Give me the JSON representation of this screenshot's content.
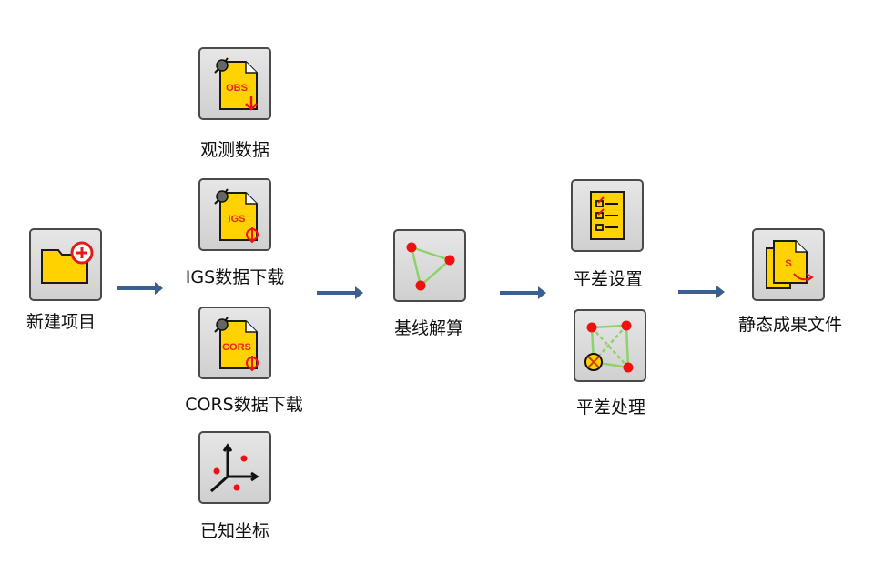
{
  "nodes": {
    "new_project": {
      "label": "新建项目",
      "icon": "new-folder-icon"
    },
    "obs_data": {
      "label": "观测数据",
      "icon": "obs-file-icon",
      "badge": "OBS"
    },
    "igs_download": {
      "label": "IGS数据下载",
      "icon": "igs-file-icon",
      "badge": "IGS"
    },
    "cors_download": {
      "label": "CORS数据下载",
      "icon": "cors-file-icon",
      "badge": "CORS"
    },
    "known_coords": {
      "label": "已知坐标",
      "icon": "coordinate-axes-icon"
    },
    "baseline_solve": {
      "label": "基线解算",
      "icon": "triangle-network-icon"
    },
    "adjust_settings": {
      "label": "平差设置",
      "icon": "checklist-icon"
    },
    "adjust_process": {
      "label": "平差处理",
      "icon": "network-adjust-icon"
    },
    "static_results": {
      "label": "静态成果文件",
      "icon": "result-files-icon",
      "badge": "S"
    }
  },
  "colors": {
    "arrow": "#3b5f8f",
    "folder": "#ffd200",
    "accent": "#ee1111",
    "line": "#8fd16a"
  }
}
